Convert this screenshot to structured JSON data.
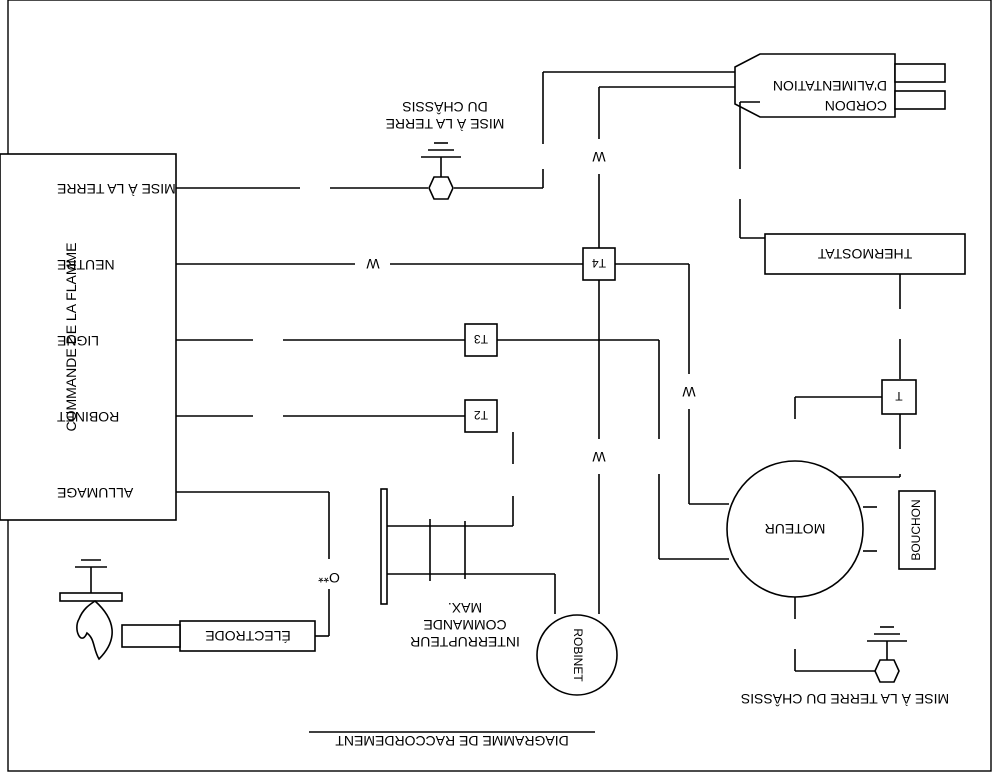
{
  "diagram": {
    "title": "DIAGRAMME DE RACCORDEMENT",
    "flame_control": {
      "name": "COMMANDE DE LA FLAMME",
      "terminals": [
        "MISE À LA TERRE",
        "NEUTRE",
        "LIGNE",
        "ROBINET",
        "ALLUMAGE"
      ]
    },
    "chassis_ground_top": [
      "MISE À LA TERRE",
      "DU CHÂSSIS"
    ],
    "chassis_ground_bottom": "MISE À LA TERRE DU CHÂSSIS",
    "power_cord": [
      "CORDON",
      "D'ALIMENTATION"
    ],
    "thermostat": "THERMOSTAT",
    "motor": "MOTEUR",
    "plug": "BOUCHON",
    "valve": "ROBINET",
    "electrode": "ÉLECTRODE",
    "max_switch": [
      "INTERRUPTEUR",
      "COMMANDE",
      "MAX."
    ],
    "terminal_labels": [
      "T4",
      "T3",
      "T2",
      "T"
    ],
    "wire_code": "W",
    "spark_gap": "O**"
  }
}
